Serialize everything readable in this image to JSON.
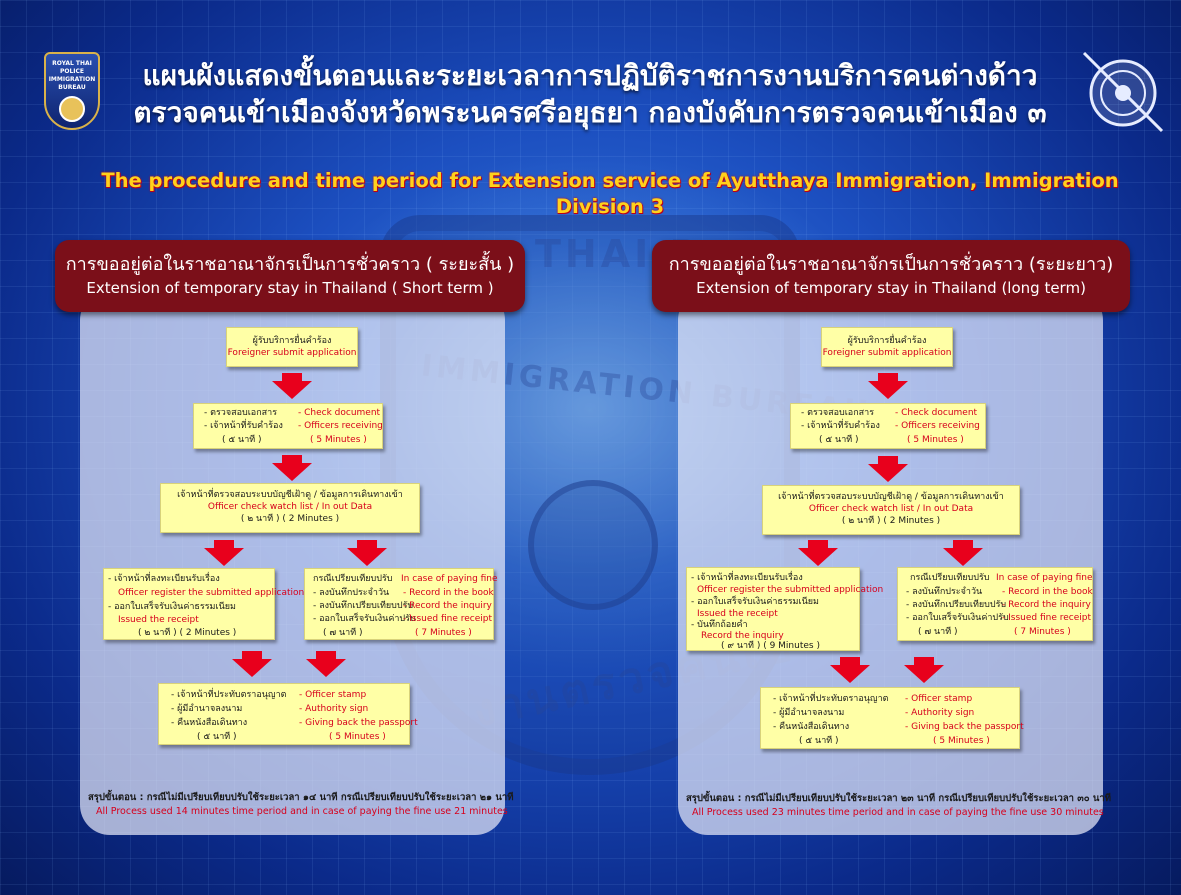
{
  "header": {
    "title_th_line1": "แผนผังแสดงขั้นตอนและระยะเวลาการปฏิบัติราชการงานบริการคนต่างด้าว",
    "title_th_line2": "ตรวจคนเข้าเมืองจังหวัดพระนครศรีอยุธยา กองบังคับการตรวจคนเข้าเมือง ๓",
    "title_en": "The procedure and time period for Extension service of Ayutthaya Immigration, Immigration Division 3",
    "logo_left_line1": "ROYAL THAI POLICE",
    "logo_left_line2": "IMMIGRATION BUREAU"
  },
  "background": {
    "watermark_top": "THAI P",
    "watermark_mid": "IMMIGRATION BUREAU",
    "watermark_bottom": "งานตรวจคนเข้า"
  },
  "colors": {
    "header_red": "#7b0f19",
    "box_yellow": "#ffffa6",
    "arrow_red": "#e8001c",
    "title_yellow": "#ffd21c"
  },
  "short_term": {
    "header_th": "การขออยู่ต่อในราชอาณาจักรเป็นการชั่วคราว ( ระยะสั้น )",
    "header_en": "Extension of temporary stay in Thailand ( Short term )",
    "step1": {
      "th": "ผู้รับบริการยื่นคำร้อง",
      "en": "Foreigner submit application"
    },
    "step2": {
      "th1": "- ตรวจสอบเอกสาร",
      "en1": "- Check document",
      "th2": "- เจ้าหน้าที่รับคำร้อง",
      "en2": "- Officers receiving",
      "th_time": "( ๕ นาที )",
      "en_time": "( 5 Minutes )"
    },
    "step3": {
      "th": "เจ้าหน้าที่ตรวจสอบระบบบัญชีเฝ้าดู / ข้อมูลการเดินทางเข้า",
      "en": "Officer check watch list / In out Data",
      "time": "( ๒ นาที )      ( 2  Minutes )"
    },
    "step4a": {
      "th1": "- เจ้าหน้าที่ลงทะเบียนรับเรื่อง",
      "en1": "Officer register the submitted application",
      "th2": "- ออกใบเสร็จรับเงินค่าธรรมเนียม",
      "en2": "Issued the receipt",
      "time": "( ๒ นาที )      ( 2 Minutes )"
    },
    "step4b": {
      "th0": "กรณีเปรียบเทียบปรับ",
      "en0": "In case of paying fine",
      "th1": "- ลงบันทึกประจำวัน",
      "en1": "- Record in the book",
      "th2": "- ลงบันทึกเปรียบเทียบปรับ",
      "en2": "- Record the inquiry",
      "th3": "- ออกใบเสร็จรับเงินค่าปรับ",
      "en3": "- Issued fine receipt",
      "th_time": "( ๗ นาที )",
      "en_time": "( 7 Minutes )"
    },
    "step5": {
      "th1": "- เจ้าหน้าที่ประทับตราอนุญาต",
      "en1": "- Officer stamp",
      "th2": "- ผู้มีอำนาจลงนาม",
      "en2": "- Authority sign",
      "th3": "- คืนหนังสือเดินทาง",
      "en3": "- Giving back the passport",
      "th_time": "( ๕ นาที )",
      "en_time": "( 5 Minutes )"
    },
    "summary_th": "สรุปขั้นตอน  :  กรณีไม่มีเปรียบเทียบปรับใช้ระยะเวลา ๑๔ นาที  กรณีเปรียบเทียบปรับใช้ระยะเวลา ๒๑ นาที",
    "summary_en": "All Process used 14 minutes time period and in case of paying the fine use 21 minutes"
  },
  "long_term": {
    "header_th": "การขออยู่ต่อในราชอาณาจักรเป็นการชั่วคราว (ระยะยาว)",
    "header_en": "Extension of temporary stay in Thailand (long term)",
    "step1": {
      "th": "ผู้รับบริการยื่นคำร้อง",
      "en": "Foreigner submit application"
    },
    "step2": {
      "th1": "- ตรวจสอบเอกสาร",
      "en1": "- Check document",
      "th2": "- เจ้าหน้าที่รับคำร้อง",
      "en2": "- Officers receiving",
      "th_time": "( ๕ นาที )",
      "en_time": "( 5 Minutes )"
    },
    "step3": {
      "th": "เจ้าหน้าที่ตรวจสอบระบบบัญชีเฝ้าดู / ข้อมูลการเดินทางเข้า",
      "en": "Officer check watch list / In out Data",
      "time": "( ๒ นาที )      ( 2  Minutes )"
    },
    "step4a": {
      "th1": "- เจ้าหน้าที่ลงทะเบียนรับเรื่อง",
      "en1": "Officer register the submitted application",
      "th2": "- ออกใบเสร็จรับเงินค่าธรรมเนียม",
      "en2": "Issued the receipt",
      "th3": "- บันทึกถ้อยคำ",
      "en3": "Record the inquiry",
      "time": "( ๙ นาที )   ( 9 Minutes )"
    },
    "step4b": {
      "th0": "กรณีเปรียบเทียบปรับ",
      "en0": "In case of paying fine",
      "th1": "- ลงบันทึกประจำวัน",
      "en1": "- Record in the book",
      "th2": "- ลงบันทึกเปรียบเทียบปรับ",
      "en2": "- Record the inquiry",
      "th3": "- ออกใบเสร็จรับเงินค่าปรับ",
      "en3": "- Issued fine receipt",
      "th_time": "( ๗ นาที )",
      "en_time": "( 7 Minutes )"
    },
    "step5": {
      "th1": "- เจ้าหน้าที่ประทับตราอนุญาต",
      "en1": "- Officer stamp",
      "th2": "- ผู้มีอำนาจลงนาม",
      "en2": "- Authority sign",
      "th3": "- คืนหนังสือเดินทาง",
      "en3": "- Giving back the passport",
      "th_time": "( ๕ นาที )",
      "en_time": "( 5 Minutes )"
    },
    "summary_th": "สรุปขั้นตอน  :  กรณีไม่มีเปรียบเทียบปรับใช้ระยะเวลา ๒๓ นาที  กรณีเปรียบเทียบปรับใช้ระยะเวลา ๓๐ นาที",
    "summary_en": "All Process used 23 minutes time period and in case of paying the fine use 30 minutes"
  }
}
